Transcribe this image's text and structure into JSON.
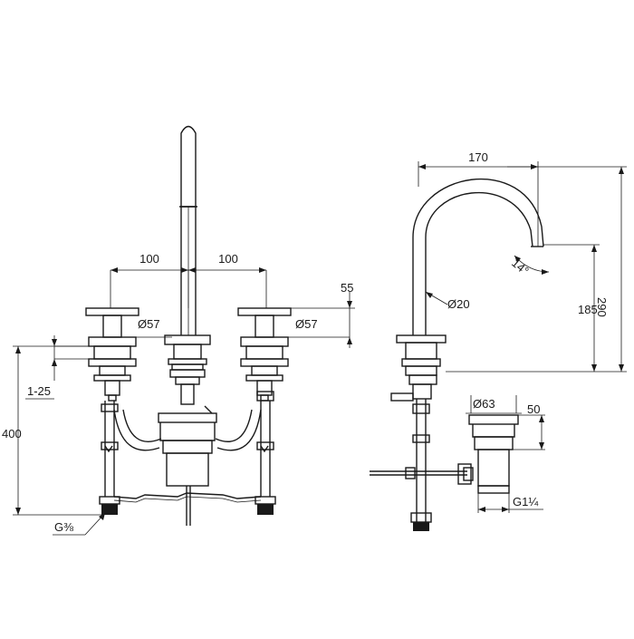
{
  "dimensions": {
    "front": {
      "left_spacing": "100",
      "right_spacing": "100",
      "left_handle_dia": "Ø57",
      "right_handle_dia": "Ø57",
      "deck_thickness": "55",
      "mount_range": "1-25",
      "overall_height": "400",
      "connection_thread": "G⅜"
    },
    "side": {
      "spout_reach": "170",
      "overall_height": "290",
      "spout_height": "185",
      "spout_dia": "Ø20",
      "outlet_angle": "14°"
    },
    "waste": {
      "flange_dia": "Ø63",
      "flange_height": "50",
      "outlet_thread": "G1¼"
    }
  }
}
